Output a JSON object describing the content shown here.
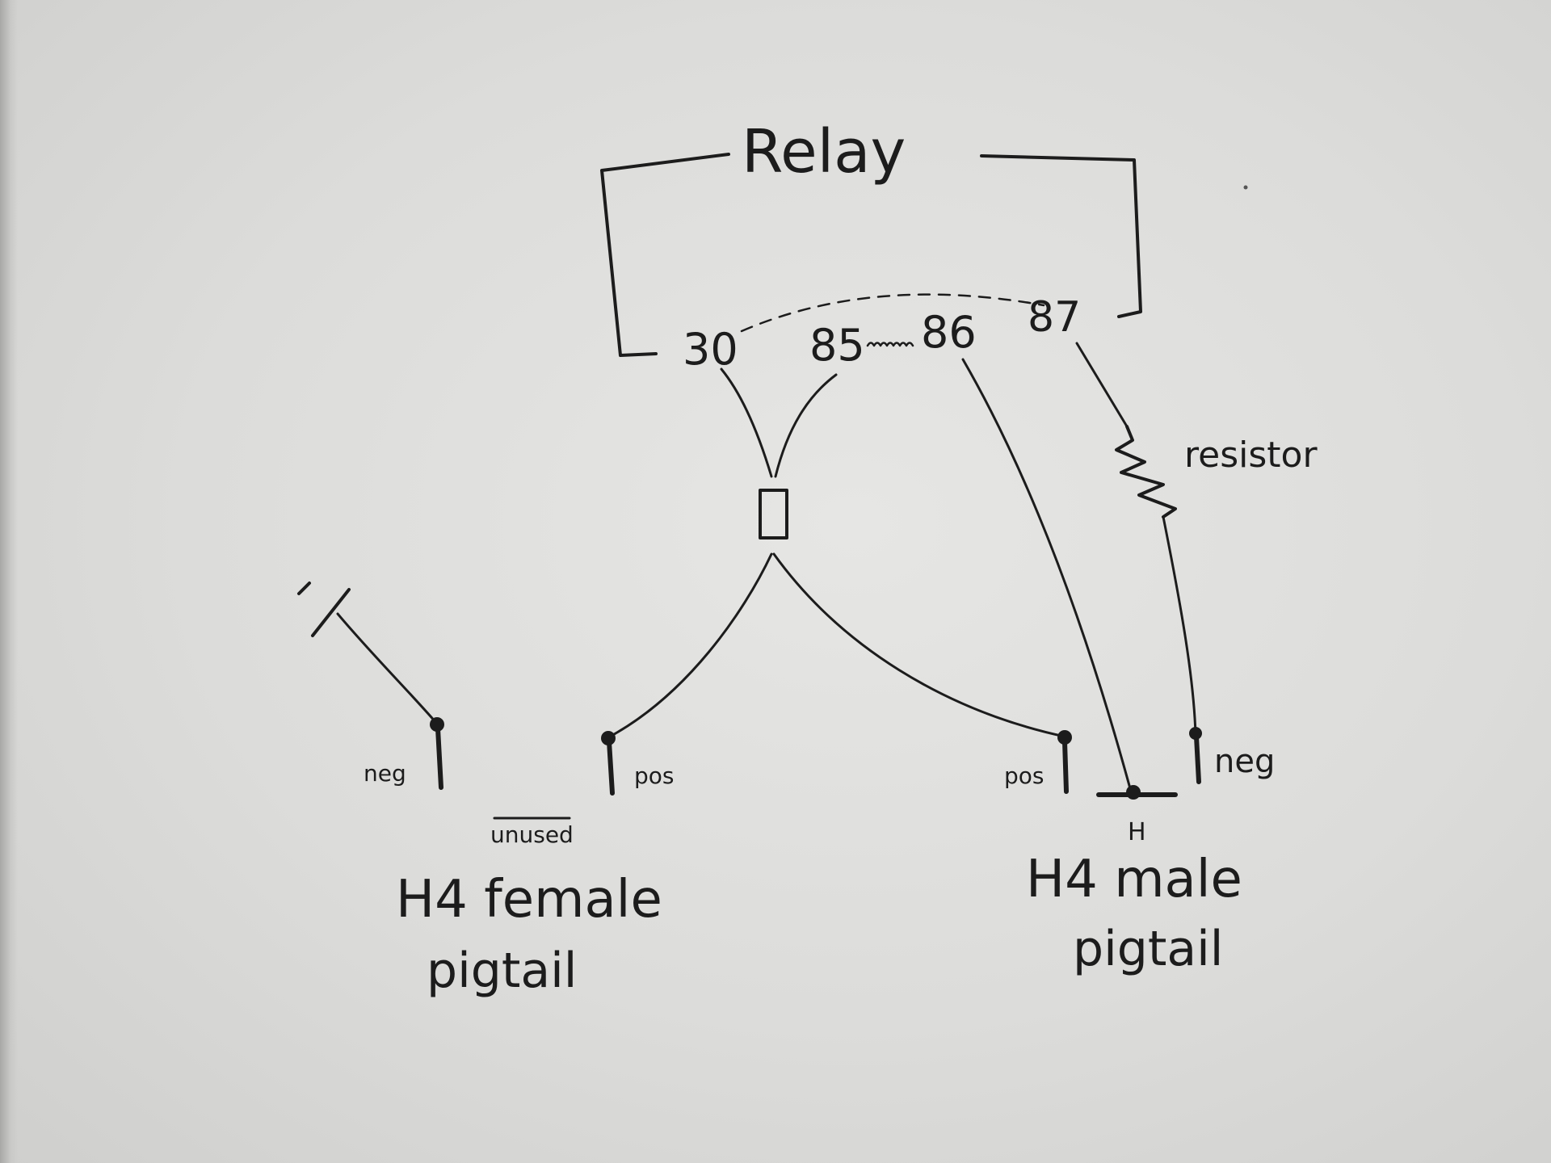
{
  "relay": {
    "title": "Relay",
    "pins": {
      "p30": "30",
      "p85": "85",
      "p86": "86",
      "p87": "87"
    }
  },
  "resistor": {
    "label": "resistor"
  },
  "female_pigtail": {
    "neg_label": "neg",
    "pos_label": "pos",
    "unused_note": "unused",
    "title_line1": "H4 female",
    "title_line2": "pigtail"
  },
  "male_pigtail": {
    "pos_label": "pos",
    "h_label": "H",
    "neg_label": "neg",
    "title_line1": "H4 male",
    "title_line2": "pigtail"
  }
}
